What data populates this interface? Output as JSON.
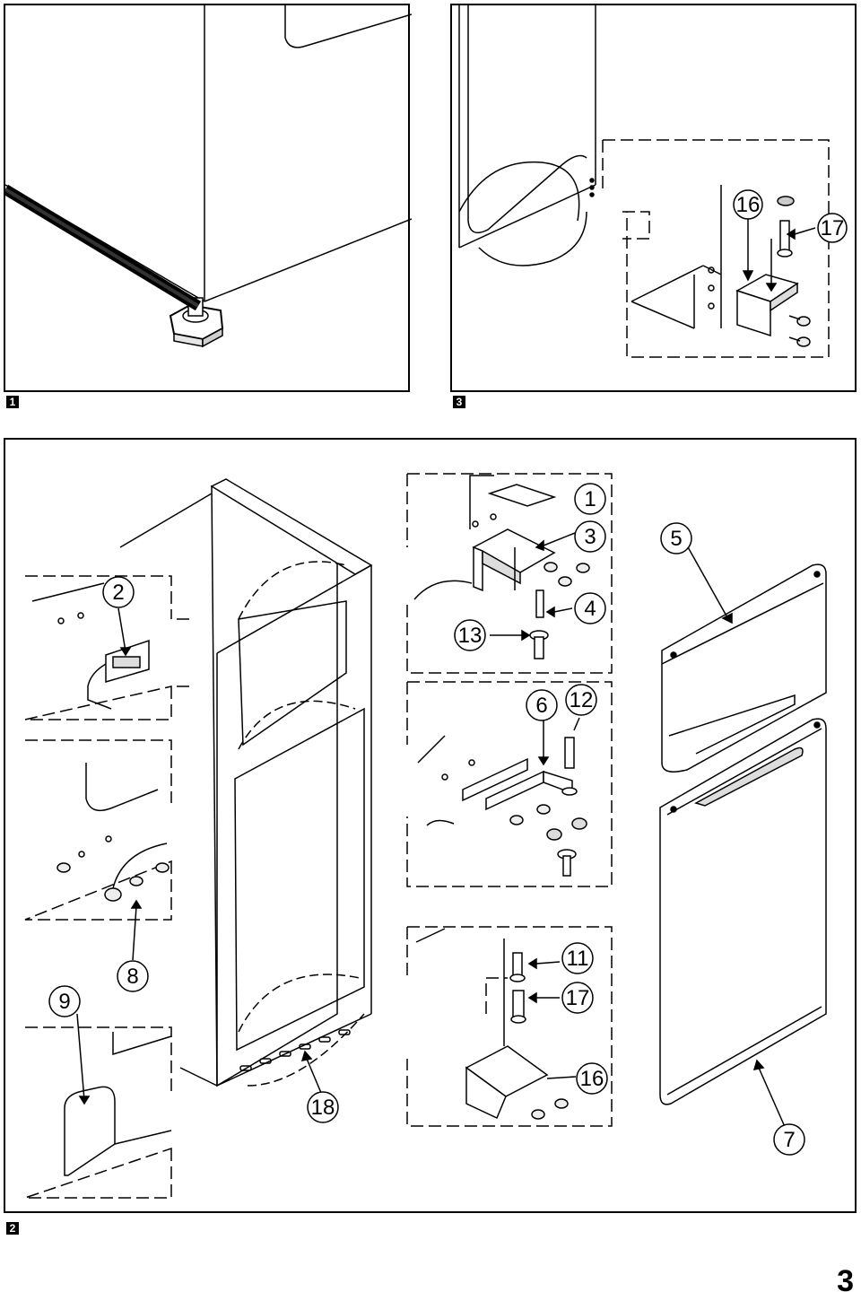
{
  "figures": {
    "fig1": {
      "tag": "1"
    },
    "fig3": {
      "tag": "3",
      "callouts": [
        "16",
        "17"
      ]
    },
    "fig2": {
      "tag": "2",
      "callouts": [
        "1",
        "3",
        "5",
        "2",
        "4",
        "13",
        "6",
        "12",
        "8",
        "9",
        "11",
        "17",
        "16",
        "18",
        "7"
      ]
    }
  },
  "page_number": "3"
}
